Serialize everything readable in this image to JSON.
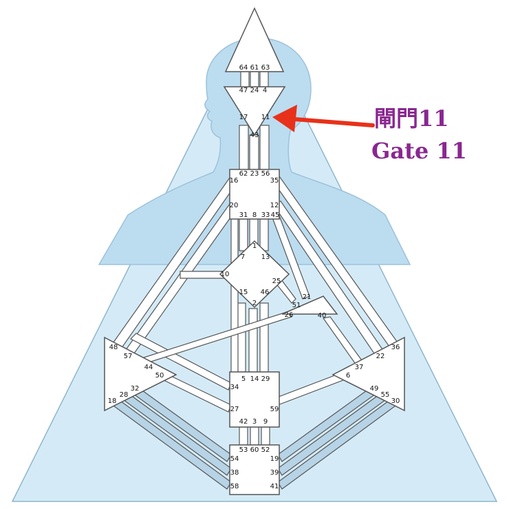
{
  "colors": {
    "triangle_fill": "#d4ebf7",
    "triangle_stroke": "#8fb5cc",
    "silhouette_fill": "#bcdcf0",
    "silhouette_stroke": "#9cc2da",
    "center_fill": "#ffffff",
    "center_stroke": "#555555",
    "channel_stroke": "#555555",
    "channel_inner": "#b7d3e6",
    "arrow": "#e8311a",
    "callout_text": "#8a2791",
    "gate_text": "#111111"
  },
  "callout": {
    "chinese": "閘門11",
    "english": "Gate 11"
  },
  "gates": {
    "g64": "64",
    "g61": "61",
    "g63": "63",
    "g47": "47",
    "g24": "24",
    "g4": "4",
    "g17": "17",
    "g11": "11",
    "g43": "43",
    "g62": "62",
    "g23": "23",
    "g56": "56",
    "g16": "16",
    "g35": "35",
    "g20": "20",
    "g12": "12",
    "g31": "31",
    "g8": "8",
    "g33": "33",
    "g45": "45",
    "g1": "1",
    "g7": "7",
    "g13": "13",
    "g10": "10",
    "g25": "25",
    "g15": "15",
    "g46": "46",
    "g2": "2",
    "g21": "21",
    "g51": "51",
    "g26": "26",
    "g40": "40",
    "g48": "48",
    "g57": "57",
    "g44": "44",
    "g50": "50",
    "g36": "36",
    "g22": "22",
    "g37": "37",
    "g6": "6",
    "g5": "5",
    "g14": "14",
    "g29": "29",
    "g34": "34",
    "g27": "27",
    "g59": "59",
    "g42": "42",
    "g3": "3",
    "g9": "9",
    "g32": "32",
    "g28": "28",
    "g18": "18",
    "g49": "49",
    "g55": "55",
    "g30": "30",
    "g53": "53",
    "g60": "60",
    "g52": "52",
    "g54": "54",
    "g38": "38",
    "g58": "58",
    "g19": "19",
    "g39": "39",
    "g41": "41"
  }
}
